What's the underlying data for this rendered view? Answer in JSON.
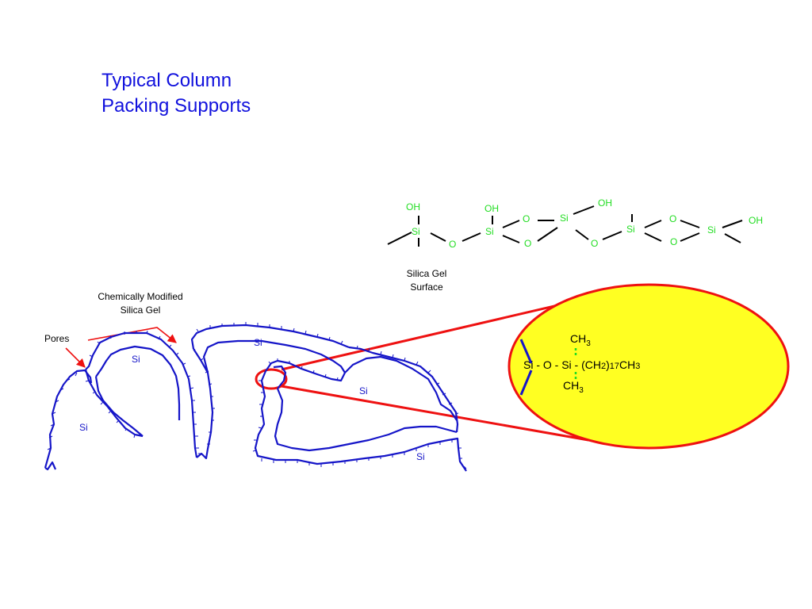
{
  "title": {
    "line1": "Typical Column",
    "line2": "Packing Supports"
  },
  "labels": {
    "chemically_modified_line1": "Chemically Modified",
    "chemically_modified_line2": "Silica Gel",
    "pores": "Pores",
    "silica_surface_line1": "Silica Gel",
    "silica_surface_line2": "Surface"
  },
  "surface_atoms": {
    "oh_1": "OH",
    "si_1": "Si",
    "o_1": "O",
    "oh_2": "OH",
    "si_2": "Si",
    "o_2": "O",
    "o_3": "O",
    "oh_3": "OH",
    "si_3": "Si",
    "o_4": "O",
    "si_4": "Si",
    "o_5": "O",
    "o_6": "O",
    "si_5": "Si",
    "oh_4": "OH"
  },
  "particle_labels": {
    "si_a": "Si",
    "si_b": "Si",
    "si_c": "Si",
    "si_d": "Si",
    "si_e": "Si"
  },
  "zoom_formula": {
    "ch3_top": "CH",
    "ch3_top_sub": "3",
    "chain_left": "Si - O - Si - (CH",
    "chain_sub1": "2",
    "chain_paren": ")",
    "chain_sub2": "17",
    "chain_ch": "CH",
    "chain_sub3": "3",
    "ch3_bottom": "CH",
    "ch3_bottom_sub": "3"
  },
  "colors": {
    "title": "#1111dd",
    "particle_outline": "#1515c8",
    "surface_atoms": "#22dd22",
    "callout": "#ee1111",
    "zoom_fill": "#ffff22",
    "methyl_bond": "#22dd22"
  }
}
